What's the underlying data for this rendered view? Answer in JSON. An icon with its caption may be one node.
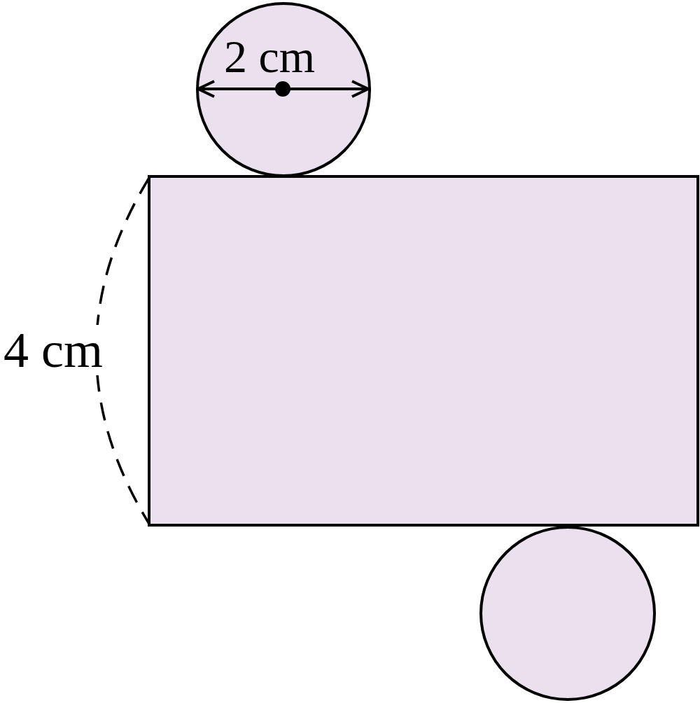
{
  "diagram": {
    "nodes": [
      {
        "text": [],
        "shape": "circle"
      },
      {
        "text": [],
        "shape": "box"
      },
      {
        "text": [],
        "shape": "circle"
      }
    ],
    "labels": [
      "2 cm",
      "4 cm"
    ]
  }
}
